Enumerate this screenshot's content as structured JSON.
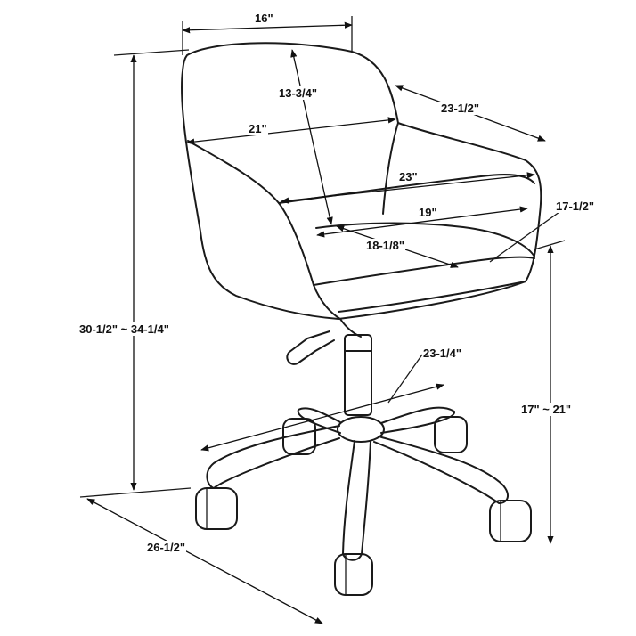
{
  "diagram": {
    "dimensions": {
      "back_width": "16\"",
      "back_height": "13-3/4\"",
      "arm_width": "21\"",
      "seat_depth_outer": "23-1/2\"",
      "seat_width_outer": "23\"",
      "seat_width_inner": "19\"",
      "seat_depth": "18-1/8\"",
      "arm_height": "17-1/2\"",
      "overall_height": "30-1/2\" ~ 34-1/4\"",
      "base_diameter": "23-1/4\"",
      "seat_height": "17\" ~ 21\"",
      "overall_depth": "26-1/2\""
    }
  }
}
